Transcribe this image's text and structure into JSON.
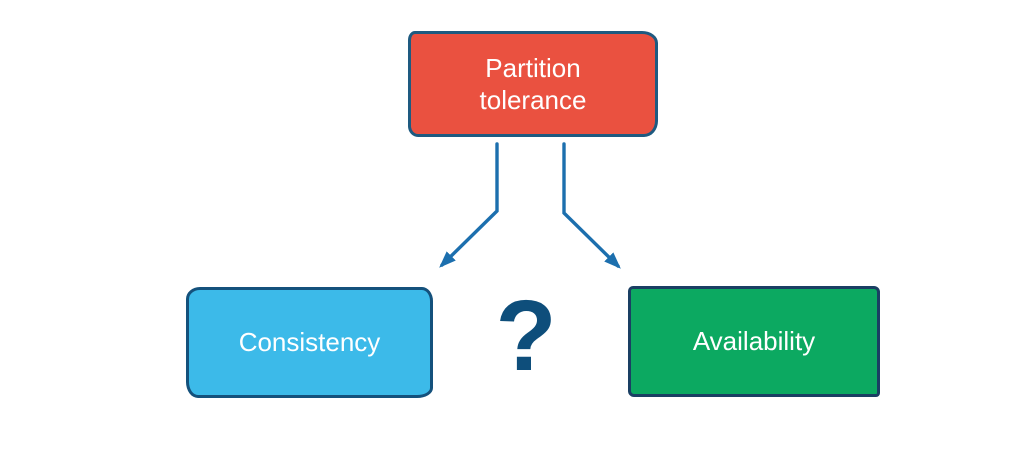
{
  "diagram": {
    "nodes": {
      "partition_tolerance": {
        "label": "Partition tolerance"
      },
      "consistency": {
        "label": "Consistency"
      },
      "availability": {
        "label": "Availability"
      }
    },
    "question_mark": "?"
  },
  "colors": {
    "background": "#ffffff",
    "text": "#ffffff",
    "partition-fill": "#ea5140",
    "partition-border": "#1e5a80",
    "consistency-fill": "#3cbae9",
    "consistency-border": "#14517c",
    "availability-fill": "#0ca961",
    "availability-border": "#1a3f63",
    "arrow": "#1c6fae",
    "question": "#0e4e7b"
  }
}
